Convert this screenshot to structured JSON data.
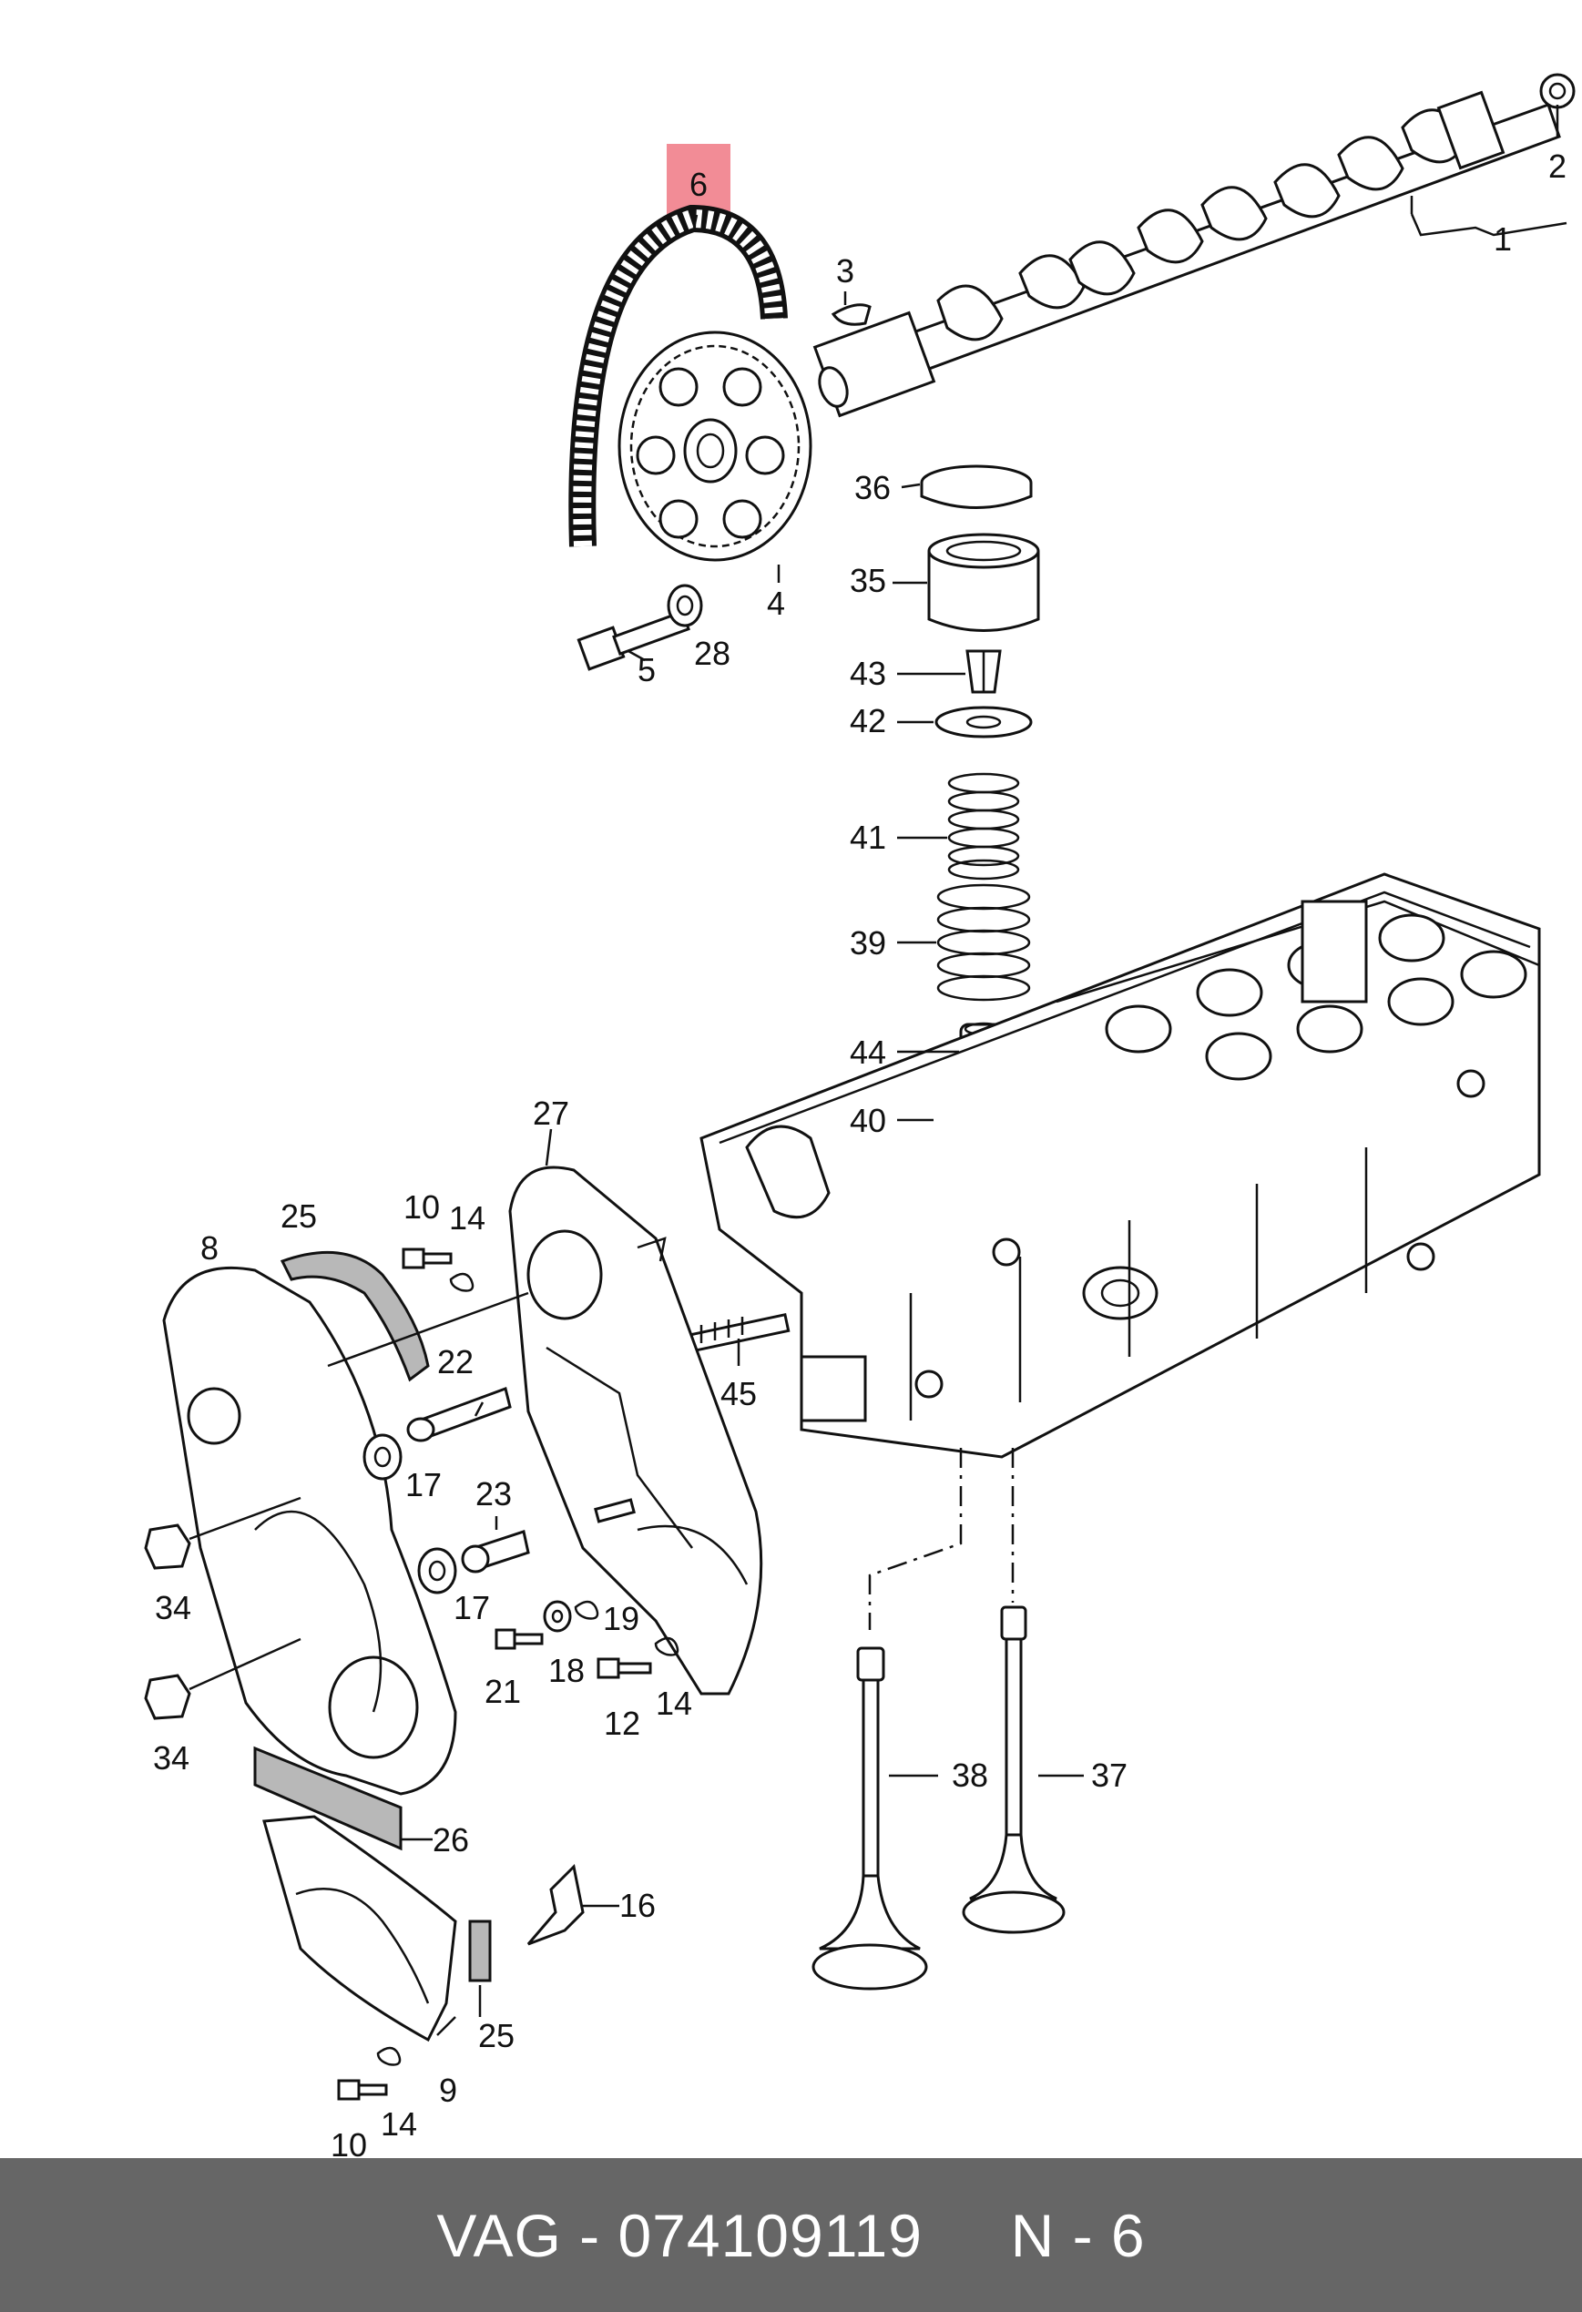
{
  "highlight_color": "#f28c96",
  "footer": {
    "background": "#666666",
    "text": "VAG - 074109119     N - 6"
  },
  "callouts": [
    {
      "id": "p6",
      "label": "6",
      "highlighted": true
    },
    {
      "id": "p1",
      "label": "1"
    },
    {
      "id": "p2",
      "label": "2"
    },
    {
      "id": "p3",
      "label": "3"
    },
    {
      "id": "p4",
      "label": "4"
    },
    {
      "id": "p5",
      "label": "5"
    },
    {
      "id": "p28",
      "label": "28"
    },
    {
      "id": "p36",
      "label": "36"
    },
    {
      "id": "p35",
      "label": "35"
    },
    {
      "id": "p43",
      "label": "43"
    },
    {
      "id": "p42",
      "label": "42"
    },
    {
      "id": "p41",
      "label": "41"
    },
    {
      "id": "p39",
      "label": "39"
    },
    {
      "id": "p44",
      "label": "44"
    },
    {
      "id": "p40",
      "label": "40"
    },
    {
      "id": "p27",
      "label": "27"
    },
    {
      "id": "p10a",
      "label": "10"
    },
    {
      "id": "p14a",
      "label": "14"
    },
    {
      "id": "p25a",
      "label": "25"
    },
    {
      "id": "p8",
      "label": "8"
    },
    {
      "id": "p22",
      "label": "22"
    },
    {
      "id": "p17a",
      "label": "17"
    },
    {
      "id": "p45",
      "label": "45"
    },
    {
      "id": "p23",
      "label": "23"
    },
    {
      "id": "p34a",
      "label": "34"
    },
    {
      "id": "p17b",
      "label": "17"
    },
    {
      "id": "p19",
      "label": "19"
    },
    {
      "id": "p21",
      "label": "21"
    },
    {
      "id": "p18",
      "label": "18"
    },
    {
      "id": "p12",
      "label": "12"
    },
    {
      "id": "p14b",
      "label": "14"
    },
    {
      "id": "p34b",
      "label": "34"
    },
    {
      "id": "p38",
      "label": "38"
    },
    {
      "id": "p37",
      "label": "37"
    },
    {
      "id": "p26",
      "label": "26"
    },
    {
      "id": "p16",
      "label": "16"
    },
    {
      "id": "p25b",
      "label": "25"
    },
    {
      "id": "p9",
      "label": "9"
    },
    {
      "id": "p14c",
      "label": "14"
    },
    {
      "id": "p10b",
      "label": "10"
    }
  ]
}
